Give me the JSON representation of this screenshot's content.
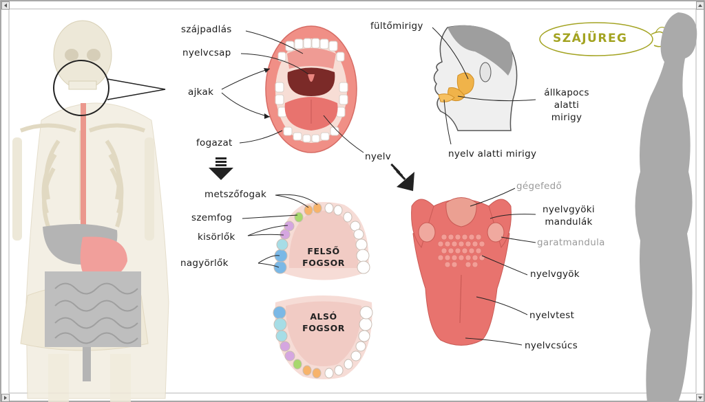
{
  "title": "SZÁJÜREG",
  "labels": {
    "szajpadlas": "szájpadlás",
    "nyelvcsap": "nyelvcsap",
    "ajkak": "ajkak",
    "fogazat": "fogazat",
    "nyelv": "nyelv",
    "fultomirigy": "fültőmirigy",
    "allkapocs_line1": "állkapocs",
    "allkapocs_line2": "alatti",
    "allkapocs_line3": "mirigy",
    "nyelv_alatti_mirigy": "nyelv alatti mirigy",
    "metszofogak": "metszőfogak",
    "szemfog": "szemfog",
    "kisorlok": "kisörlők",
    "nagyorlok": "nagyörlők",
    "felso_line1": "FELSŐ",
    "felso_line2": "FOGSOR",
    "also_line1": "ALSÓ",
    "also_line2": "FOGSOR",
    "gegefedo": "gégefedő",
    "nyelvgyoki_line1": "nyelvgyöki",
    "nyelvgyoki_line2": "mandulák",
    "garatmandula": "garatmandula",
    "nyelvgyok": "nyelvgyök",
    "nyelvtest": "nyelvtest",
    "nyelvcsucs": "nyelvcsúcs"
  },
  "colors": {
    "accent_title": "#a3a321",
    "lip": "#f08f86",
    "tongue": "#e8736e",
    "gland": "#f0b34a",
    "silhouette": "#aaaaaa",
    "skeleton": "#e8e2d0",
    "incisor": "#f7b36b",
    "canine": "#a7d86e",
    "premolar": "#d5a6e0",
    "molar": "#7ab8e6"
  },
  "icons": [
    "down-arrow-icon",
    "diagonal-arrow-icon",
    "scroll-up-icon",
    "scroll-down-icon",
    "scroll-left-icon",
    "scroll-right-icon"
  ]
}
